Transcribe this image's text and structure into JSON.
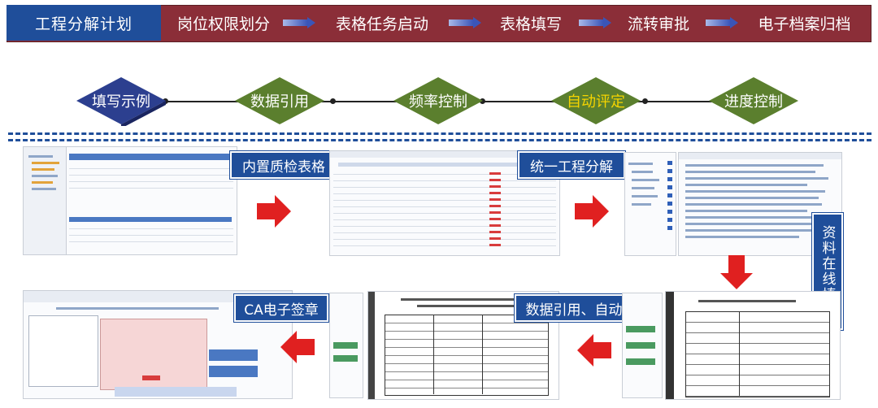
{
  "banner": {
    "first": "工程分解计划",
    "steps": [
      "岗位权限划分",
      "表格任务启动",
      "表格填写",
      "流转审批",
      "电子档案归档"
    ]
  },
  "features": [
    "填写示例",
    "数据引用",
    "频率控制",
    "自动评定",
    "进度控制"
  ],
  "labels": {
    "builtin_qc": "内置质检表格",
    "unified_breakdown": "统一工程分解",
    "online_fill": "资料在线填报",
    "data_ref_eval": "数据引用、自动评定",
    "ca_signature": "CA电子签章"
  },
  "colors": {
    "banner_red": "#8b2e38",
    "banner_blue": "#1f4e9a",
    "diamond_blue": "#2c3f8f",
    "diamond_green": "#5b7f2e",
    "label_blue": "#1f4e9a",
    "arrow_red": "#e02020",
    "highlight_yellow": "#f5d400"
  }
}
